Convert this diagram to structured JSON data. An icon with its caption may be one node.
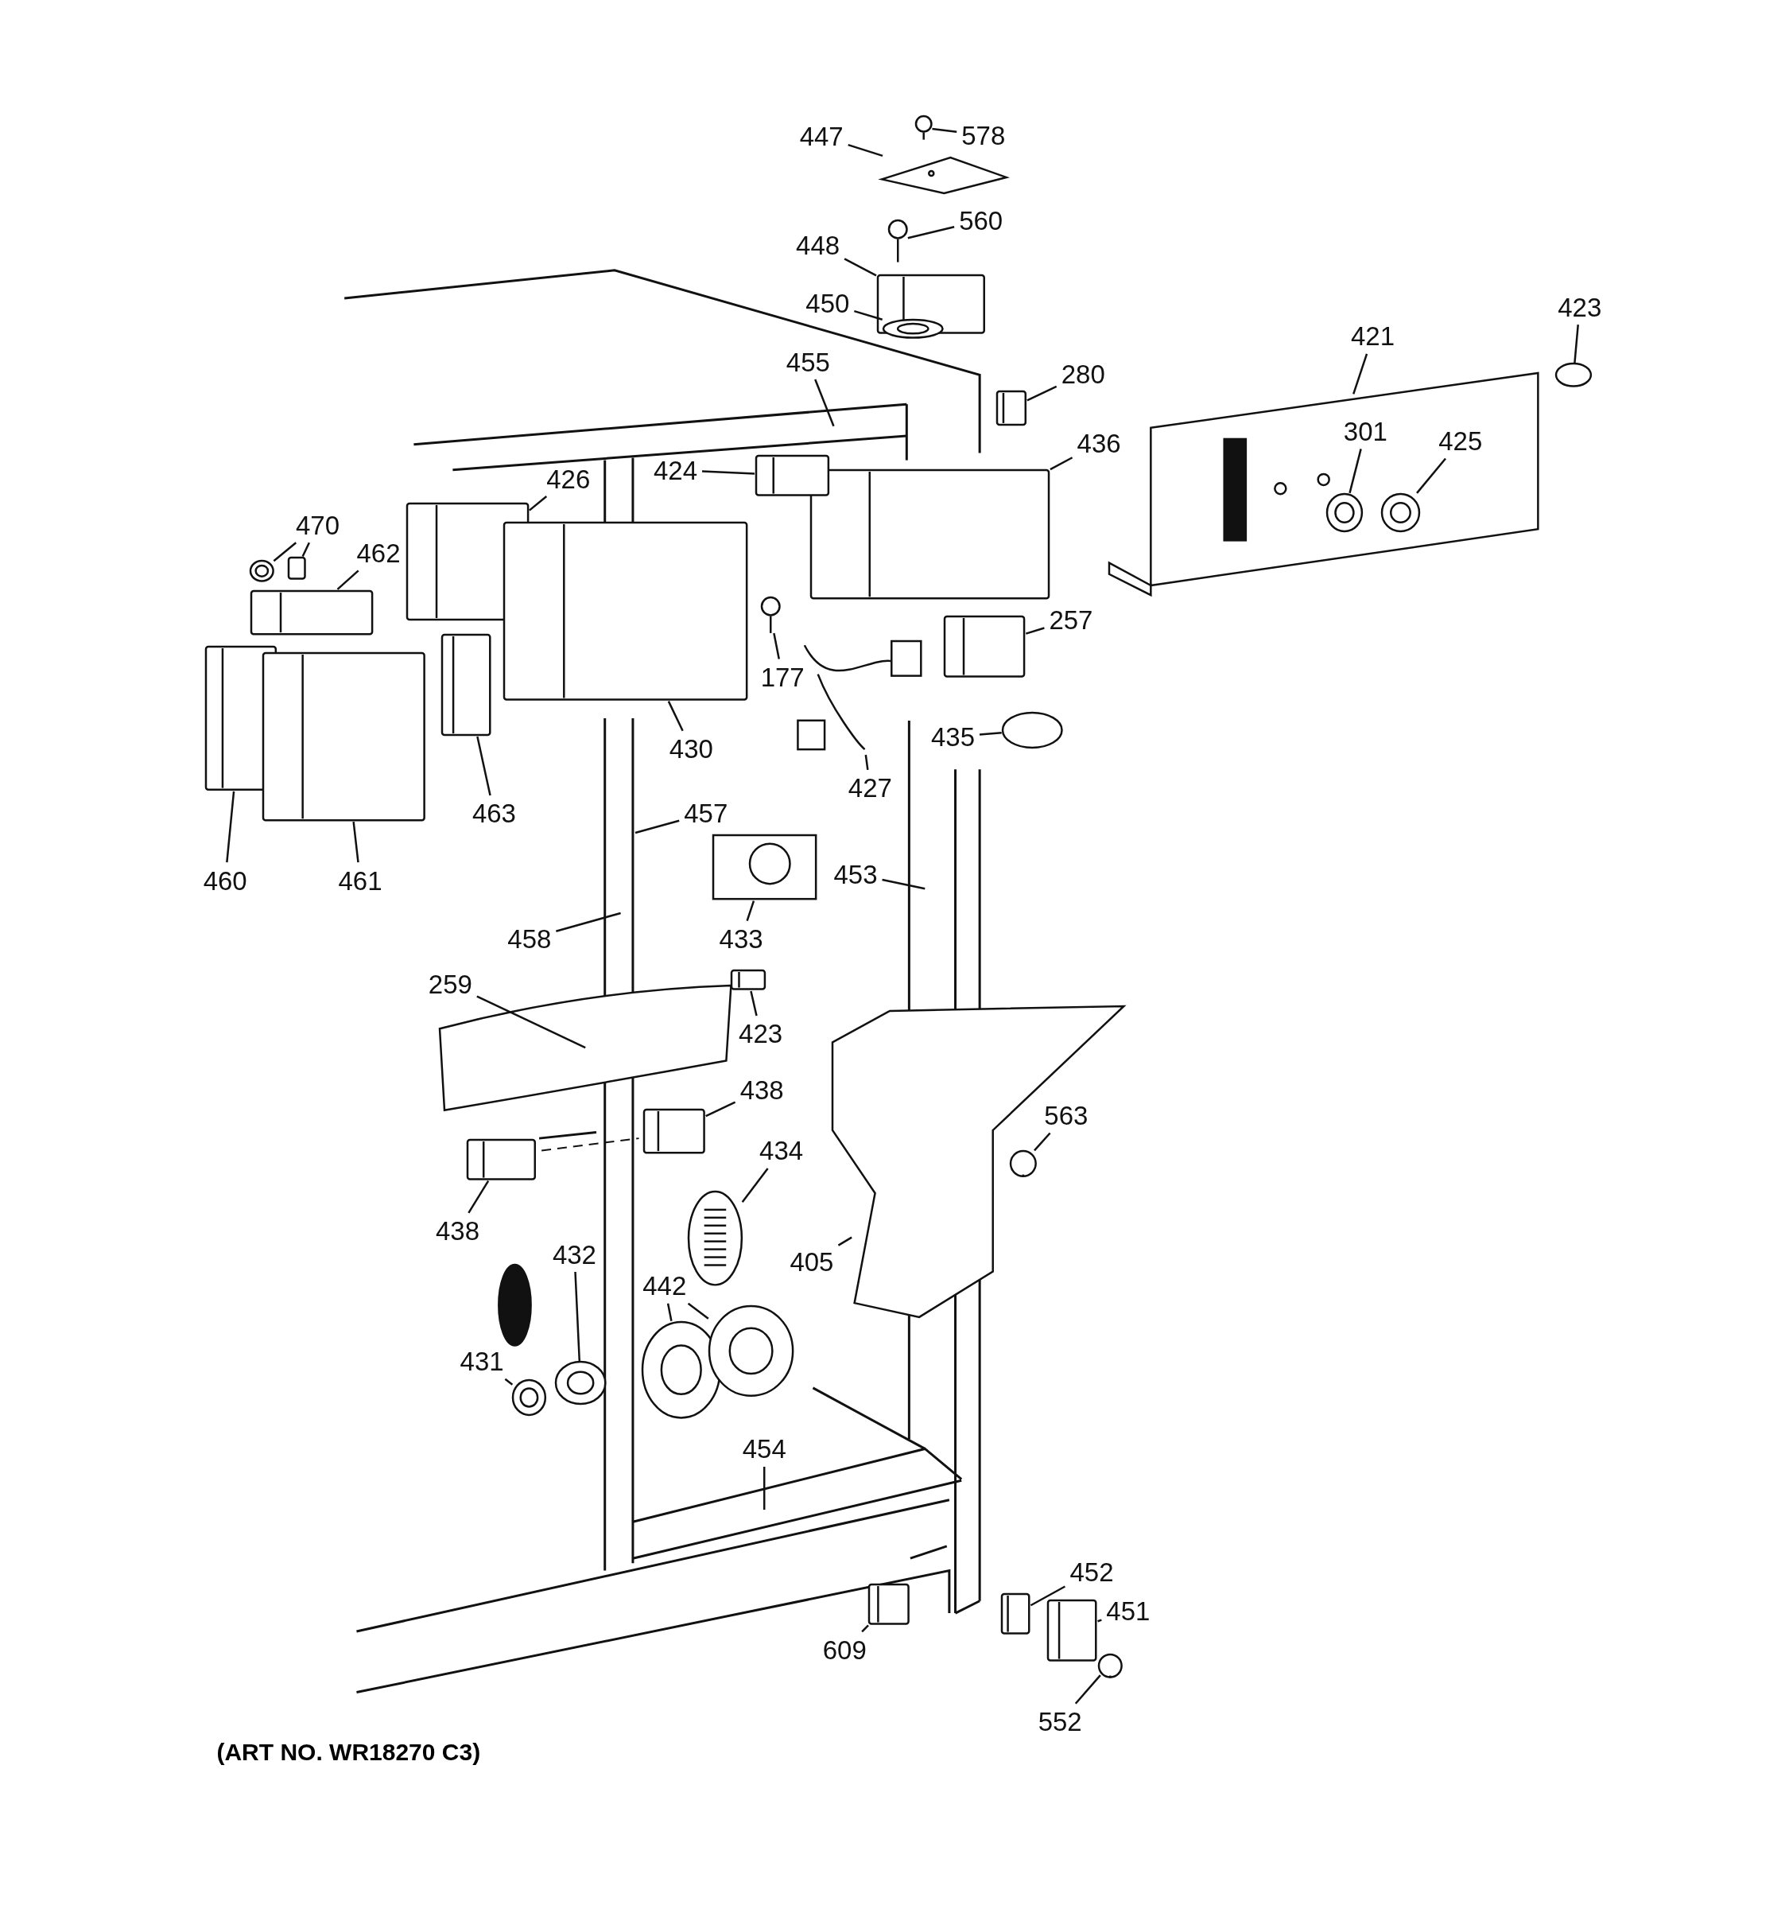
{
  "diagram": {
    "nodes": [
      {
        "text": [
          "447"
        ]
      },
      {
        "text": [],
        "shape": "triangle"
      },
      {
        "text": [
          "578"
        ]
      },
      {
        "text": [],
        "shape": "screw"
      },
      {
        "text": [
          "560"
        ]
      },
      {
        "text": [],
        "shape": "screw"
      },
      {
        "text": [
          "448"
        ]
      },
      {
        "text": [],
        "shape": "box"
      },
      {
        "text": [
          "450"
        ]
      },
      {
        "text": [],
        "shape": "ring"
      },
      {
        "text": [
          "455"
        ]
      },
      {
        "text": [
          "280"
        ]
      },
      {
        "text": [],
        "shape": "box"
      },
      {
        "text": [
          "421"
        ]
      },
      {
        "text": [],
        "shape": "picture"
      },
      {
        "text": [
          "423"
        ]
      },
      {
        "text": [],
        "shape": "oval"
      },
      {
        "text": [
          "301"
        ],
        "in": 14
      },
      {
        "text": [],
        "shape": "ring",
        "in": 14
      },
      {
        "text": [
          "425"
        ],
        "in": 14
      },
      {
        "text": [],
        "shape": "ring",
        "in": 14
      },
      {
        "text": [
          "436"
        ]
      },
      {
        "text": [],
        "shape": "box"
      },
      {
        "text": [
          "424"
        ]
      },
      {
        "text": [],
        "shape": "box"
      },
      {
        "text": [
          "426"
        ]
      },
      {
        "text": [],
        "shape": "box"
      },
      {
        "text": [
          "470"
        ]
      },
      {
        "text": [],
        "shape": "ring"
      },
      {
        "text": [],
        "shape": "box"
      },
      {
        "text": [
          "462"
        ]
      },
      {
        "text": [],
        "shape": "box"
      },
      {
        "text": [
          "177"
        ]
      },
      {
        "text": [],
        "shape": "screw"
      },
      {
        "text": [
          "430"
        ]
      },
      {
        "text": [],
        "shape": "box"
      },
      {
        "text": [
          "257"
        ]
      },
      {
        "text": [],
        "shape": "box"
      },
      {
        "text": [
          "427"
        ]
      },
      {
        "text": [],
        "shape": "picture"
      },
      {
        "text": [
          "435"
        ]
      },
      {
        "text": [],
        "shape": "oval"
      },
      {
        "text": [
          "463"
        ]
      },
      {
        "text": [],
        "shape": "box"
      },
      {
        "text": [
          "460"
        ]
      },
      {
        "text": [],
        "shape": "box"
      },
      {
        "text": [
          "461"
        ]
      },
      {
        "text": [],
        "shape": "box"
      },
      {
        "text": [
          "457"
        ]
      },
      {
        "text": [
          "453"
        ]
      },
      {
        "text": [
          "433"
        ]
      },
      {
        "text": [],
        "shape": "picture"
      },
      {
        "text": [
          "458"
        ]
      },
      {
        "text": [
          "259"
        ]
      },
      {
        "text": [],
        "shape": "picture"
      },
      {
        "text": [
          "423"
        ]
      },
      {
        "text": [],
        "shape": "box"
      },
      {
        "text": [
          "438"
        ]
      },
      {
        "text": [],
        "shape": "box"
      },
      {
        "text": [
          "438"
        ]
      },
      {
        "text": [],
        "shape": "box"
      },
      {
        "text": [
          "434"
        ]
      },
      {
        "text": [],
        "shape": "grille"
      },
      {
        "text": [
          "405"
        ]
      },
      {
        "text": [],
        "shape": "picture"
      },
      {
        "text": [
          "563"
        ]
      },
      {
        "text": [],
        "shape": "screw"
      },
      {
        "text": [
          "432"
        ]
      },
      {
        "text": [],
        "shape": "ring"
      },
      {
        "text": [
          "431"
        ]
      },
      {
        "text": [],
        "shape": "ring"
      },
      {
        "text": [
          "442"
        ]
      },
      {
        "text": [],
        "shape": "ring"
      },
      {
        "text": [],
        "shape": "ring"
      },
      {
        "text": [
          "454"
        ]
      },
      {
        "text": [
          "452"
        ]
      },
      {
        "text": [],
        "shape": "box"
      },
      {
        "text": [
          "451"
        ]
      },
      {
        "text": [],
        "shape": "box"
      },
      {
        "text": [
          "609"
        ]
      },
      {
        "text": [],
        "shape": "box"
      },
      {
        "text": [
          "552"
        ]
      },
      {
        "text": [],
        "shape": "screw"
      }
    ],
    "edges": [
      {
        "from": 0,
        "to": 1,
        "arrow": "none"
      },
      {
        "from": 2,
        "to": 3,
        "arrow": "none"
      },
      {
        "from": 4,
        "to": 5,
        "arrow": "none"
      },
      {
        "from": 6,
        "to": 7,
        "arrow": "none"
      },
      {
        "from": 8,
        "to": 9,
        "arrow": "none"
      },
      {
        "from": 10,
        "to": null,
        "arrow": "none"
      },
      {
        "from": 11,
        "to": 12,
        "arrow": "none"
      },
      {
        "from": 13,
        "to": 14,
        "arrow": "none"
      },
      {
        "from": 15,
        "to": 16,
        "arrow": "none"
      },
      {
        "from": 17,
        "to": 18,
        "arrow": "none"
      },
      {
        "from": 19,
        "to": 20,
        "arrow": "none"
      },
      {
        "from": 21,
        "to": 22,
        "arrow": "none"
      },
      {
        "from": 23,
        "to": 24,
        "arrow": "none"
      },
      {
        "from": 25,
        "to": 26,
        "arrow": "none"
      },
      {
        "from": 27,
        "to": 28,
        "arrow": "none"
      },
      {
        "from": 27,
        "to": 29,
        "arrow": "none"
      },
      {
        "from": 30,
        "to": 31,
        "arrow": "none"
      },
      {
        "from": 32,
        "to": 33,
        "arrow": "none"
      },
      {
        "from": 34,
        "to": 35,
        "arrow": "none"
      },
      {
        "from": 36,
        "to": 37,
        "arrow": "none"
      },
      {
        "from": 38,
        "to": 39,
        "arrow": "none"
      },
      {
        "from": 40,
        "to": 41,
        "arrow": "none"
      },
      {
        "from": 42,
        "to": 43,
        "arrow": "none"
      },
      {
        "from": 44,
        "to": 45,
        "arrow": "none"
      },
      {
        "from": 46,
        "to": 47,
        "arrow": "none"
      },
      {
        "from": 48,
        "to": null,
        "arrow": "none"
      },
      {
        "from": 49,
        "to": null,
        "arrow": "none"
      },
      {
        "from": 50,
        "to": 51,
        "arrow": "none"
      },
      {
        "from": 52,
        "to": null,
        "arrow": "none"
      },
      {
        "from": 53,
        "to": 54,
        "arrow": "none"
      },
      {
        "from": 55,
        "to": 56,
        "arrow": "none"
      },
      {
        "from": 57,
        "to": 58,
        "arrow": "none"
      },
      {
        "from": 59,
        "to": 60,
        "arrow": "none"
      },
      {
        "from": 61,
        "to": 62,
        "arrow": "none"
      },
      {
        "from": 63,
        "to": 64,
        "arrow": "none"
      },
      {
        "from": 65,
        "to": 66,
        "arrow": "none"
      },
      {
        "from": 67,
        "to": 68,
        "arrow": "none"
      },
      {
        "from": 69,
        "to": 70,
        "arrow": "none"
      },
      {
        "from": 71,
        "to": 72,
        "arrow": "none"
      },
      {
        "from": 71,
        "to": 73,
        "arrow": "none"
      },
      {
        "from": 74,
        "to": null,
        "arrow": "none"
      },
      {
        "from": 75,
        "to": 76,
        "arrow": "none"
      },
      {
        "from": 77,
        "to": 78,
        "arrow": "none"
      },
      {
        "from": 79,
        "to": 80,
        "arrow": "none"
      },
      {
        "from": 81,
        "to": 82,
        "arrow": "none"
      }
    ],
    "labels": [
      "(ART NO. WR18270 C3)"
    ]
  }
}
